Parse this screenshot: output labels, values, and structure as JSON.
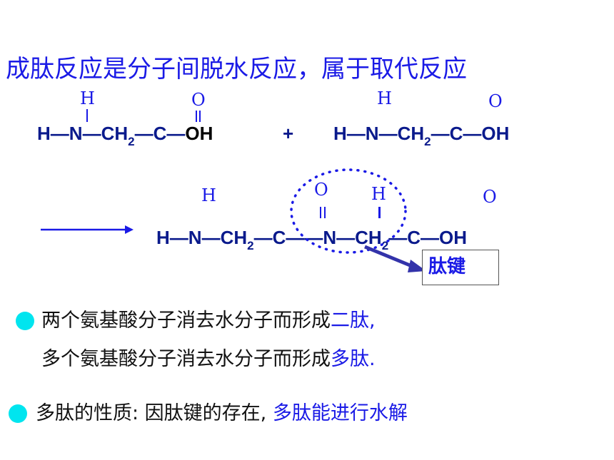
{
  "title": "成肽反应是分子间脱水反应，属于取代反应",
  "reactant1": {
    "H_top": "H",
    "O_top": "O",
    "H": "H",
    "N": "N",
    "CH": "CH",
    "sub2": "2",
    "C": "C",
    "OH": "OH"
  },
  "plus": "+",
  "reactant2": {
    "H_top": "H",
    "O_top": "O",
    "H": "H",
    "N": "N",
    "CH": "CH",
    "sub2": "2",
    "C": "C",
    "OH": "OH"
  },
  "product": {
    "H_top1": "H",
    "O_top1": "O",
    "H_top2": "H",
    "O_top2": "O",
    "H": "H",
    "N1": "N",
    "CH1": "CH",
    "sub2a": "2",
    "C1": "C",
    "N2": "N",
    "CH2": "CH",
    "sub2b": "2",
    "C2": "C",
    "OH": "OH"
  },
  "peptide_bond_label": "肽键",
  "bullet1": {
    "line1_prefix": "两个氨基酸分子消去水分子而形成",
    "line1_highlight": "二肽",
    "line1_suffix": ",",
    "line2_prefix": "多个氨基酸分子消去水分子而形成",
    "line2_highlight": "多肽",
    "line2_suffix": "."
  },
  "bullet2": {
    "prefix": "多肽的性质: 因肽键的存在,",
    "highlight": "多肽能进行水解"
  },
  "colors": {
    "title": "#1a1ae6",
    "formula": "#0a1a8c",
    "highlight": "#1a1ae6",
    "bullet": "#00e5ef",
    "arrow": "#1a1ae6"
  }
}
